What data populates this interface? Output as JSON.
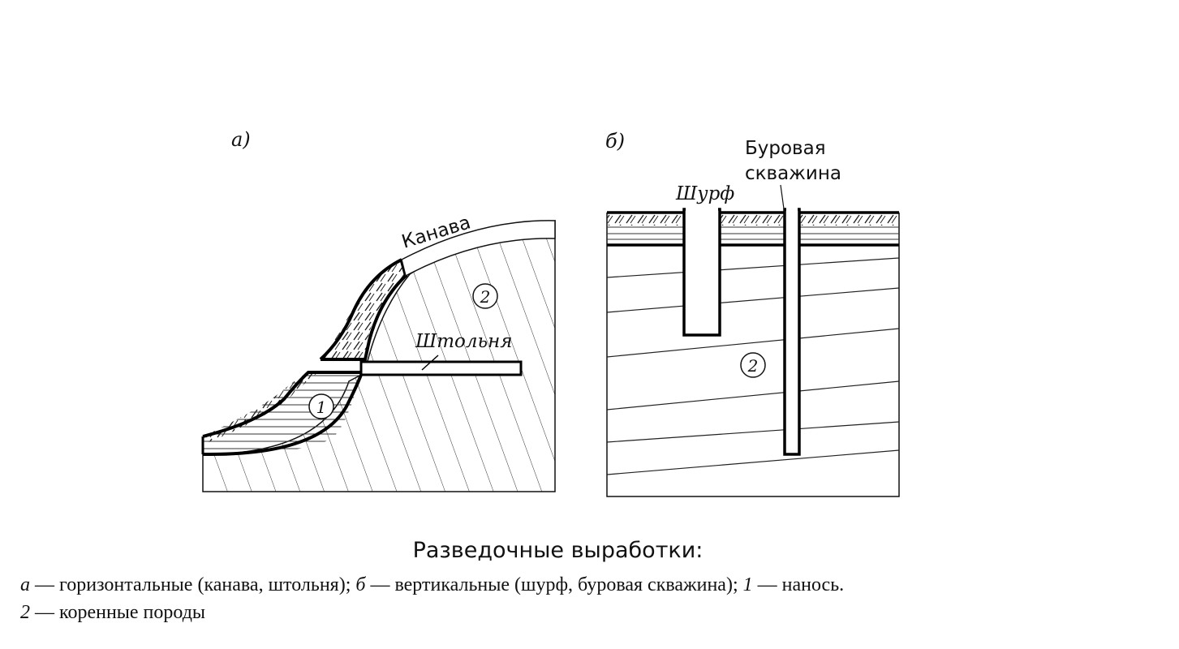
{
  "diagram": {
    "panel_a": {
      "letter": "а)",
      "labels": {
        "trench": "Канава",
        "adit": "Штольня"
      },
      "markers": {
        "one": "1",
        "two": "2"
      }
    },
    "panel_b": {
      "letter": "б)",
      "labels": {
        "pit": "Шурф",
        "borehole_line1": "Буровая",
        "borehole_line2": "скважина"
      },
      "markers": {
        "two": "2"
      }
    }
  },
  "caption": {
    "title": "Разведочные выработки:",
    "line1": {
      "a_letter": "а",
      "a_text": " — горизонтальные (канава, штольня); ",
      "b_letter": "б",
      "b_text": " — вертикальные (шурф, буровая скважина); ",
      "n1": "1",
      "n1_text": " — нанось."
    },
    "line2": {
      "n2": "2",
      "n2_text": " — коренные породы"
    }
  }
}
